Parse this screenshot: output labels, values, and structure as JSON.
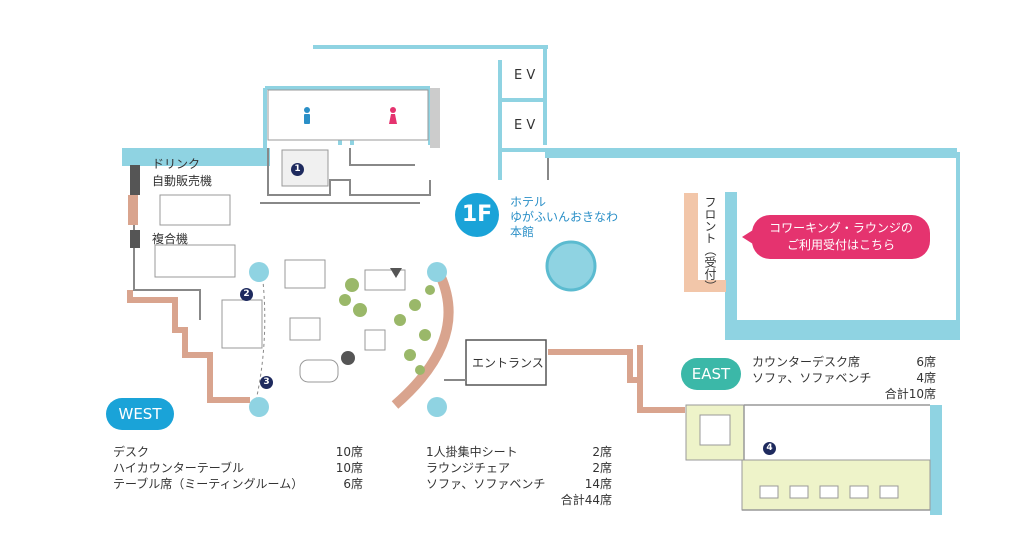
{
  "map": {
    "floor_badge": "1F",
    "hotel_name_lines": [
      "ホテル",
      "ゆがふいんおきなわ",
      "本館"
    ],
    "ev_labels": [
      "E V",
      "E V"
    ],
    "front_label": "フロント（受付）",
    "front_callout_lines": [
      "コワーキング・ラウンジの",
      "ご利用受付はこちら"
    ],
    "drink_label_lines": [
      "ドリンク",
      "自動販売機"
    ],
    "copier_label": "複合機",
    "entrance_label": "エントランス",
    "markers": [
      "1",
      "2",
      "3",
      "4"
    ],
    "west_badge": "WEST",
    "east_badge": "EAST",
    "colors": {
      "wall": "#8fd3e2",
      "wall_dark": "#6cc4d8",
      "accent_blue": "#1aa3d8",
      "badge_teal": "#3bb8a8",
      "callout_pink": "#e5336f",
      "brick": "#d9a48e",
      "floor_yellow": "#eef3c9"
    }
  },
  "west_legend": {
    "rows": [
      {
        "label": "デスク",
        "value": "10席"
      },
      {
        "label": "ハイカウンターテーブル",
        "value": "10席"
      },
      {
        "label": "テーブル席（ミーティングルーム）",
        "value": "6席"
      }
    ]
  },
  "center_legend": {
    "rows": [
      {
        "label": "1人掛集中シート",
        "value": "2席"
      },
      {
        "label": "ラウンジチェア",
        "value": "2席"
      },
      {
        "label": "ソファ、ソファベンチ",
        "value": "14席"
      }
    ],
    "total": "合計44席"
  },
  "east_legend": {
    "rows": [
      {
        "label": "カウンターデスク席",
        "value": "6席"
      },
      {
        "label": "ソファ、ソファベンチ",
        "value": "4席"
      }
    ],
    "total": "合計10席"
  }
}
